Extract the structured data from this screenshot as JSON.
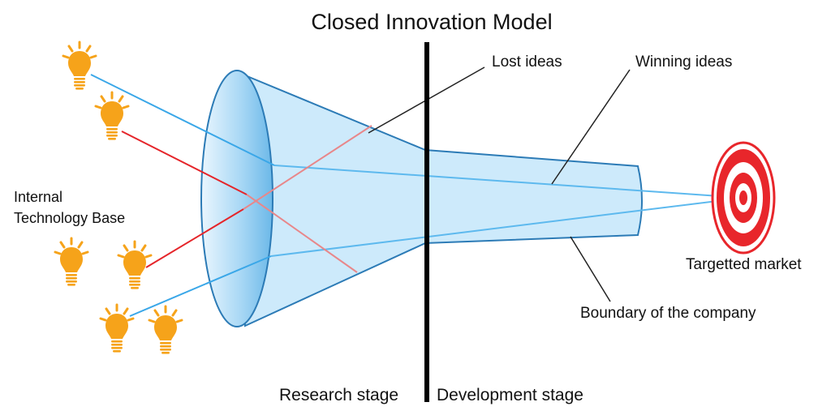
{
  "title": "Closed Innovation Model",
  "labels": {
    "lost_ideas": "Lost ideas",
    "winning_ideas": "Winning ideas",
    "internal_line1": "Internal",
    "internal_line2": "Technology Base",
    "targetted_market": "Targetted market",
    "boundary": "Boundary of the company",
    "research_stage": "Research stage",
    "development_stage": "Development stage"
  },
  "colors": {
    "funnel_fill": "#cdeafb",
    "funnel_stroke": "#2c7bb6",
    "winning_line": "#3aa7e8",
    "lost_line": "#e5252a",
    "bulb": "#f6a31a",
    "target_red": "#e8262b",
    "divider": "#000000"
  },
  "icons": {
    "idea": "light-bulb-icon",
    "market": "target-icon"
  }
}
